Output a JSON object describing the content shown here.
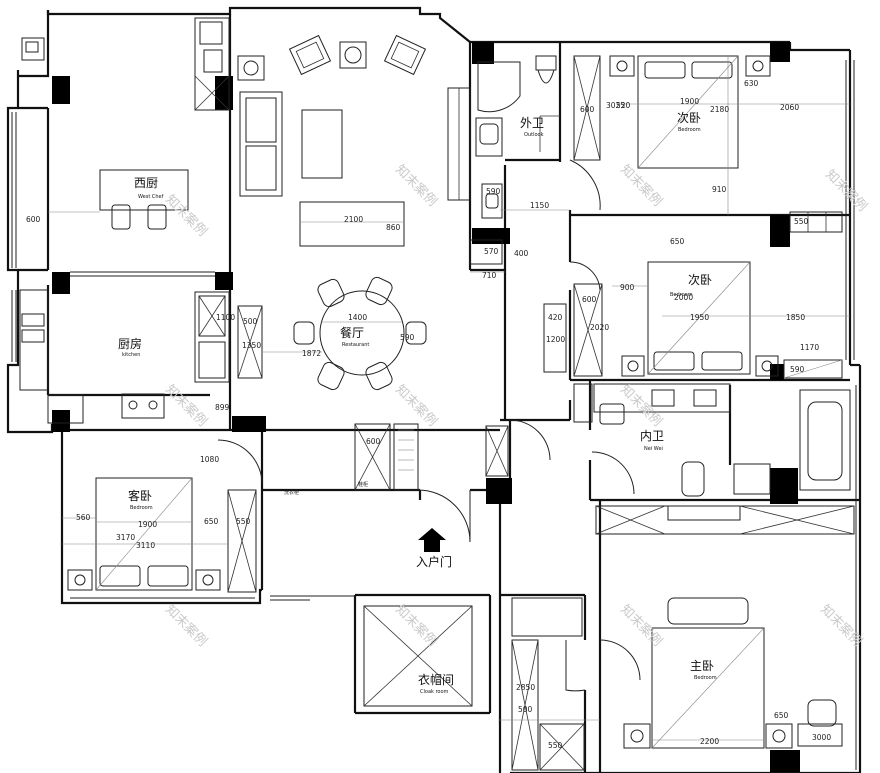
{
  "rooms": {
    "west_kitchen": {
      "cn": "西厨",
      "en": "West Chef"
    },
    "kitchen": {
      "cn": "厨房",
      "en": "kitchen"
    },
    "dining": {
      "cn": "餐厅",
      "en": "Restaurant"
    },
    "guest_bathroom": {
      "cn": "外卫",
      "en": "Outlook"
    },
    "second_bedroom_1": {
      "cn": "次卧",
      "en": "Bedroom"
    },
    "second_bedroom_2": {
      "cn": "次卧",
      "en": "Bedroom"
    },
    "inner_bathroom": {
      "cn": "内卫",
      "en": "Nei Wei"
    },
    "guest_bedroom": {
      "cn": "客卧",
      "en": "Bedroom"
    },
    "master_bedroom": {
      "cn": "主卧",
      "en": "Bedroom"
    },
    "cloakroom": {
      "cn": "衣帽间",
      "en": "Cloak room"
    }
  },
  "entrance": {
    "label": "入户门"
  },
  "fixtures": {
    "shoe_cabinet": "鞋柜",
    "laundry": "洗衣柜"
  },
  "dims": {
    "d600_kitchen": "600",
    "d2100": "2100",
    "d860": "860",
    "d1400": "1400",
    "d1872": "1872",
    "d590": "590",
    "d500": "500",
    "d1100": "1100",
    "d1350": "1350",
    "d899": "899",
    "d1080": "1080",
    "d560": "560",
    "d1900_guest": "1900",
    "d650_guest": "650",
    "d3170": "3170",
    "d3110": "3110",
    "d550_guest": "550",
    "d600_shoe": "600",
    "d1150": "1150",
    "d710": "710",
    "d400": "400",
    "d570": "570",
    "d590b": "590",
    "d600_b1": "600",
    "d3025": "3025",
    "d520": "520",
    "d1900_b1": "1900",
    "d2180": "2180",
    "d630": "630",
    "d2060": "2060",
    "d910": "910",
    "d550_b1": "550",
    "d650_b2": "650",
    "d900": "900",
    "d2000": "2000",
    "d600_b2": "600",
    "d1950": "1950",
    "d1850": "1850",
    "d420": "420",
    "d1170": "1170",
    "d590_b2": "590",
    "d1200": "1200",
    "d2020": "2020",
    "d2850": "2850",
    "d500_m": "500",
    "d2200": "2200",
    "d3000": "3000",
    "d650_m": "650",
    "d550_m": "550"
  },
  "watermark": "知末案例"
}
